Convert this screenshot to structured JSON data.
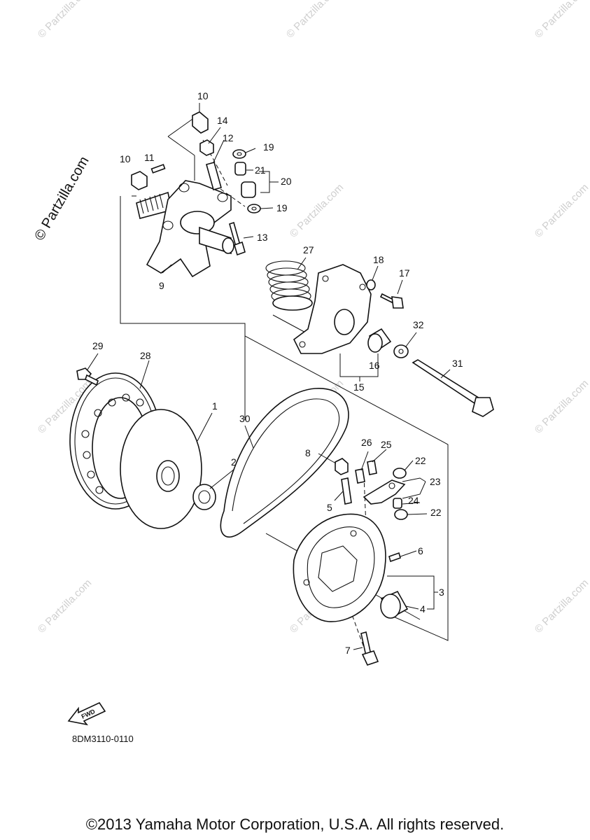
{
  "watermark": {
    "site": "© Partzilla.com",
    "site_short": "© Partzilla.com"
  },
  "diagram": {
    "callouts": [
      "1",
      "2",
      "3",
      "4",
      "5",
      "6",
      "7",
      "8",
      "9",
      "10",
      "10",
      "11",
      "12",
      "13",
      "14",
      "15",
      "16",
      "17",
      "18",
      "19",
      "19",
      "20",
      "21",
      "22",
      "22",
      "23",
      "24",
      "25",
      "26",
      "27",
      "28",
      "29",
      "30",
      "31",
      "32"
    ],
    "fwd_label": "FWD",
    "drawing_code": "8DM3110-0110"
  },
  "footer": {
    "copyright": "©2013 Yamaha Motor Corporation, U.S.A. All rights reserved."
  }
}
